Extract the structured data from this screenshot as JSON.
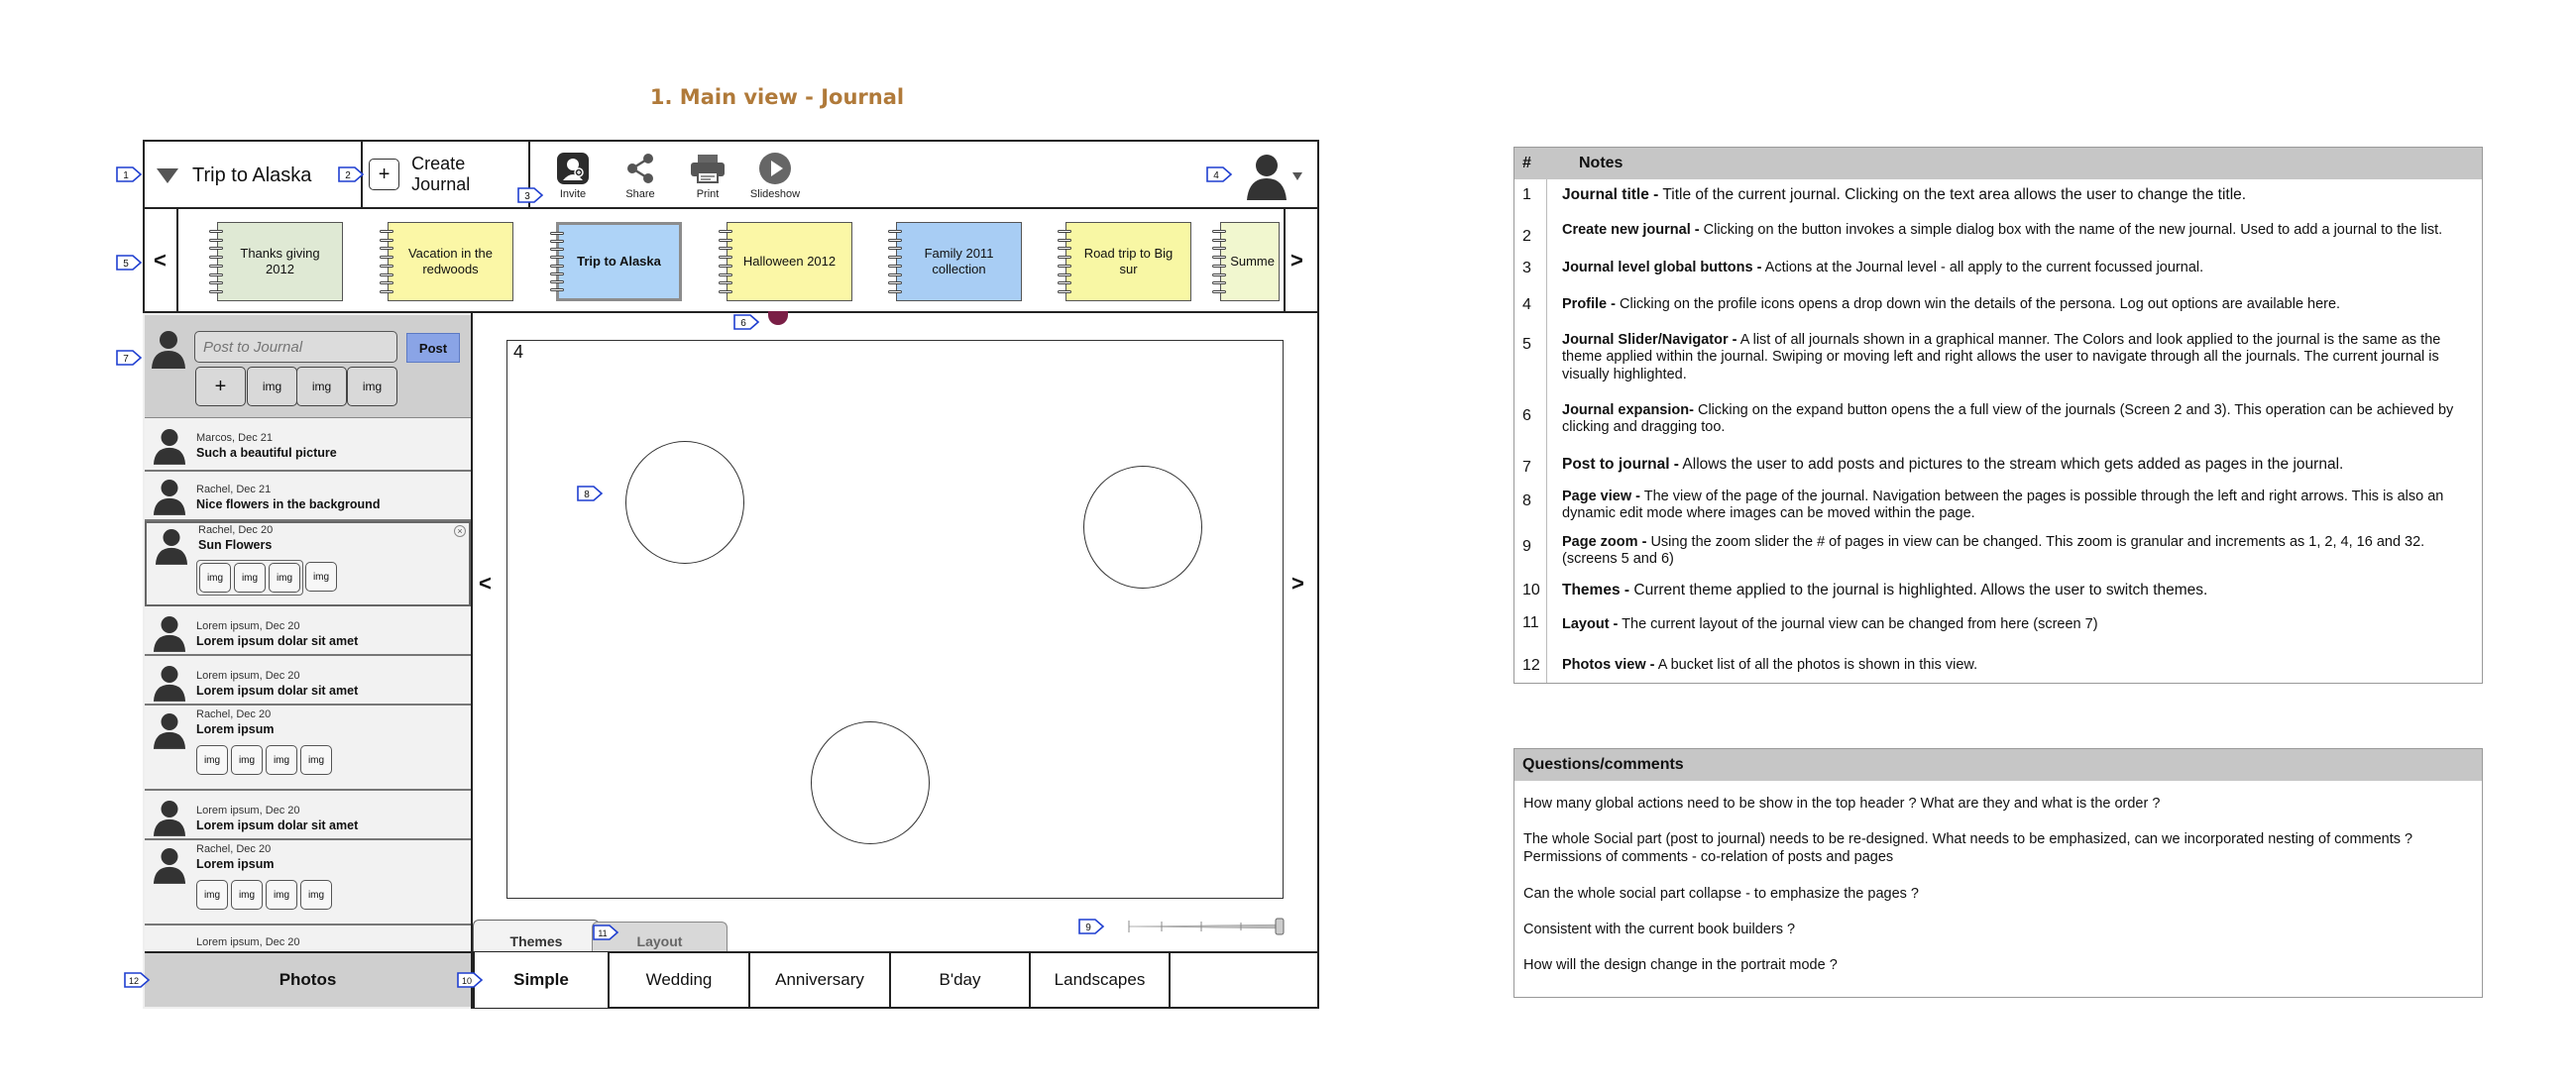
{
  "page_title": "1. Main view - Journal",
  "header": {
    "journal_title": "Trip to Alaska",
    "create_journal_label": "Create Journal",
    "global_buttons": [
      {
        "label": "Invite",
        "icon": "invite-icon"
      },
      {
        "label": "Share",
        "icon": "share-icon"
      },
      {
        "label": "Print",
        "icon": "print-icon"
      },
      {
        "label": "Slideshow",
        "icon": "slideshow-icon"
      }
    ]
  },
  "slider": {
    "prev": "<",
    "next": ">",
    "journals": [
      {
        "label": "Thanks giving 2012",
        "color": "#dfe9d4"
      },
      {
        "label": "Vacation in the redwoods",
        "color": "#fbf7a6"
      },
      {
        "label": "Trip to Alaska",
        "color": "#aed3f7",
        "active": true
      },
      {
        "label": "Halloween 2012",
        "color": "#fbf7a6"
      },
      {
        "label": "Family 2011 collection",
        "color": "#a8cdf4"
      },
      {
        "label": "Road trip to Big sur",
        "color": "#f8f7a4"
      },
      {
        "label": "Summe",
        "color": "#f1f7cf"
      }
    ]
  },
  "post": {
    "placeholder": "Post to Journal",
    "button": "Post",
    "add": "+",
    "img": "img"
  },
  "feed": [
    {
      "who": "Marcos, Dec 21",
      "text": "Such a beautiful picture"
    },
    {
      "who": "Rachel, Dec 21",
      "text": "Nice flowers in the background"
    },
    {
      "who": "Rachel, Dec 20",
      "text": "Sun Flowers"
    },
    {
      "who": "Lorem ipsum, Dec 20",
      "text": "Lorem ipsum dolar sit amet"
    },
    {
      "who": "Lorem ipsum, Dec 20",
      "text": "Lorem ipsum dolar sit amet"
    },
    {
      "who": "Rachel, Dec 20",
      "text": "Lorem ipsum"
    },
    {
      "who": "Lorem ipsum, Dec 20",
      "text": "Lorem ipsum dolar sit amet"
    },
    {
      "who": "Rachel, Dec 20",
      "text": "Lorem ipsum"
    },
    {
      "who": "Lorem ipsum, Dec 20",
      "text": ""
    }
  ],
  "photos_label": "Photos",
  "page": {
    "number": "4",
    "prev": "<",
    "next": ">"
  },
  "tabs": {
    "themes": "Themes",
    "layout": "Layout"
  },
  "themes": [
    "Simple",
    "Wedding",
    "Anniversary",
    "B'day",
    "Landscapes"
  ],
  "callouts": [
    "1",
    "2",
    "3",
    "4",
    "5",
    "6",
    "7",
    "8",
    "9",
    "10",
    "11",
    "12"
  ],
  "notes": {
    "header_num": "#",
    "header_title": "Notes",
    "rows": [
      {
        "num": "1",
        "title": "Journal title -",
        "text": "Title of the current journal. Clicking on the text area allows the user to change the title."
      },
      {
        "num": "2",
        "title": "Create new journal -",
        "text": "Clicking on the button invokes a simple dialog box with the name of the new journal. Used to add a journal to the list."
      },
      {
        "num": "3",
        "title": "Journal level global buttons -",
        "text": "Actions at the Journal level - all apply to the current focussed journal."
      },
      {
        "num": "4",
        "title": "Profile -",
        "text": "Clicking on the profile icons opens a drop down win the details of the persona. Log out options are available here."
      },
      {
        "num": "5",
        "title": "Journal Slider/Navigator -",
        "text": "A list of all journals shown in a graphical manner. The Colors and look applied to the journal is the same as the theme applied within the journal. Swiping or moving left and right allows the user to navigate through all the journals. The current journal is visually highlighted."
      },
      {
        "num": "6",
        "title": "Journal expansion-",
        "text": "Clicking on the expand button opens the a full view of the journals (Screen 2 and 3). This operation can be achieved by clicking and dragging too."
      },
      {
        "num": "7",
        "title": "Post to journal -",
        "text": "Allows the user to add posts and pictures to the stream which gets added as pages in the journal."
      },
      {
        "num": "8",
        "title": "Page view -",
        "text": "The view of the page of the journal. Navigation between the pages is possible through the left and right arrows. This is also an dynamic edit mode where images can be moved within the page."
      },
      {
        "num": "9",
        "title": "Page zoom -",
        "text": "Using the zoom slider the # of pages in view can be changed. This zoom is granular and increments as 1, 2, 4, 16 and 32. (screens 5 and 6)"
      },
      {
        "num": "10",
        "title": "Themes -",
        "text": "Current theme applied to the journal is highlighted. Allows the user to switch themes."
      },
      {
        "num": "11",
        "title": "Layout -",
        "text": "The current layout of the journal view can be changed from here (screen 7)"
      },
      {
        "num": "12",
        "title": "Photos view -",
        "text": "A bucket list of all the photos is shown in this view."
      }
    ]
  },
  "questions": {
    "title": "Questions/comments",
    "items": [
      "How many global actions need to be show in the top header ? What are they and what is the order ?",
      "The whole Social part (post to journal) needs to be re-designed. What needs to be emphasized, can we incorporated nesting of comments ? Permissions of comments - co-relation of posts and pages",
      "Can the whole social part collapse - to emphasize the pages ?",
      "Consistent with the current book builders ?",
      "How will the design change in the portrait mode ?"
    ]
  }
}
